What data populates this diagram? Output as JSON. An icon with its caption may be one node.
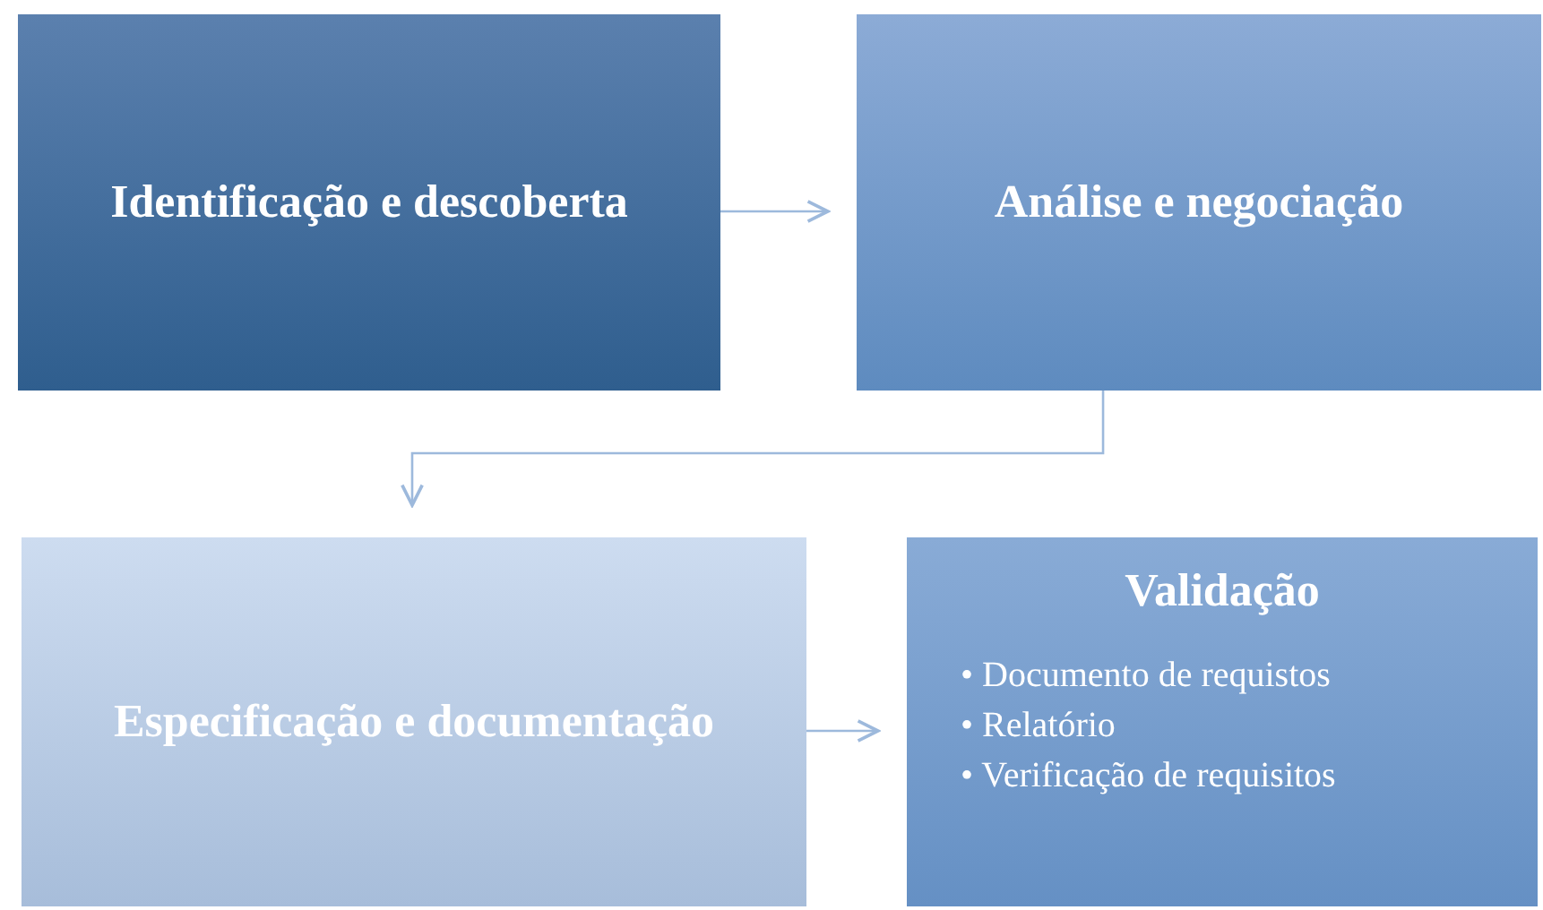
{
  "diagram": {
    "nodes": [
      {
        "text": [
          "Identificação e descoberta"
        ]
      },
      {
        "text": [
          "Análise e negociação"
        ]
      },
      {
        "text": [
          "Especificação e documentação"
        ]
      },
      {
        "text": [
          "Validação",
          "• Documento de requistos",
          "• Relatório",
          "• Verificação de requisitos"
        ]
      }
    ],
    "edges": [
      {
        "from": 0,
        "to": 1,
        "arrow": "to"
      },
      {
        "from": 1,
        "to": 2,
        "arrow": "to"
      },
      {
        "from": 2,
        "to": 3,
        "arrow": "to"
      }
    ]
  }
}
